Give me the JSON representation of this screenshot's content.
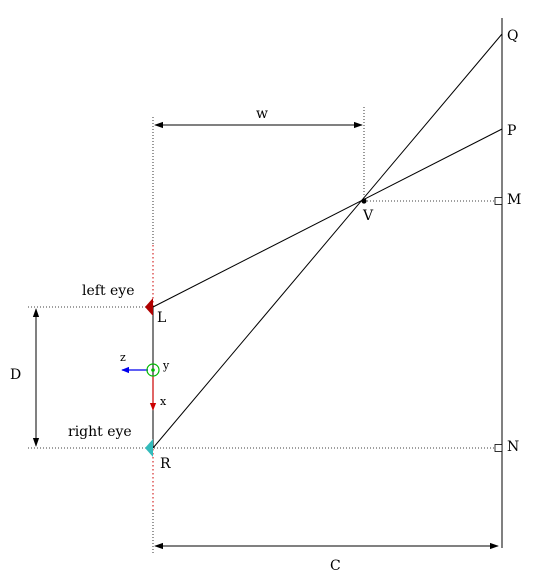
{
  "labels": {
    "Q": "Q",
    "P": "P",
    "M": "M",
    "N": "N",
    "V": "V",
    "L": "L",
    "R": "R",
    "w": "w",
    "C": "C",
    "D": "D",
    "left_eye": "left eye",
    "right_eye": "right eye",
    "axis_z": "z",
    "axis_y": "y",
    "axis_x": "x"
  },
  "colors": {
    "line": "#000000",
    "eye_axis": "#cc0000",
    "left_eye_marker": "#b00000",
    "right_eye_marker": "#33bbbb",
    "axis_z": "#0000ee",
    "axis_y": "#00bb00",
    "axis_x": "#cc0000"
  }
}
